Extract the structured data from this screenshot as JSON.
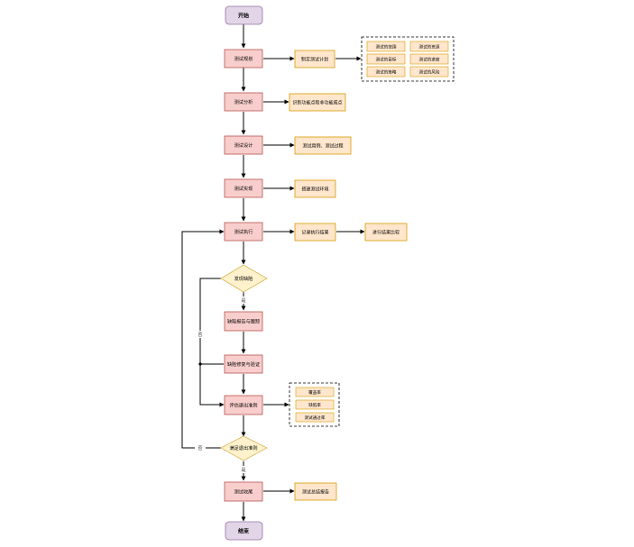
{
  "start": "开始",
  "end": "结束",
  "steps": {
    "plan": "测试规划",
    "analysis": "测试分析",
    "design": "测试设计",
    "implement": "测试实现",
    "execute": "测试执行",
    "defect_report": "缺陷报告与跟踪",
    "defect_fix": "缺陷修复与验证",
    "evaluate": "评估退出准则",
    "close": "测试收尾"
  },
  "decisions": {
    "found_defect": "发现缺陷",
    "meet_exit": "满足退出准则"
  },
  "edge_labels": {
    "yes1": "是",
    "no1": "否",
    "no2": "否",
    "yes2": "是"
  },
  "outputs": {
    "plan": "制定测试计划",
    "analysis": "识别功能点和非功能威点",
    "design": "测试用例、测试过程",
    "implement": "搭建测试环境",
    "execute": "记录执行结果",
    "compare": "进行结果比较",
    "close": "测试总结报告"
  },
  "plan_details": [
    "测试的范围",
    "测试的资源",
    "测试的目标",
    "测试的进度",
    "测试的策略",
    "测试的风险"
  ],
  "eval_details": [
    "覆盖率",
    "缺陷率",
    "测试通过率"
  ],
  "colors": {
    "terminal_fill": "#e1d5e7",
    "terminal_stroke": "#9673a6",
    "process_fill": "#f8cecc",
    "process_stroke": "#b85450",
    "output_fill": "#ffe6cc",
    "output_stroke": "#d79b00",
    "decision_fill": "#fff2cc",
    "decision_stroke": "#d6b656"
  }
}
